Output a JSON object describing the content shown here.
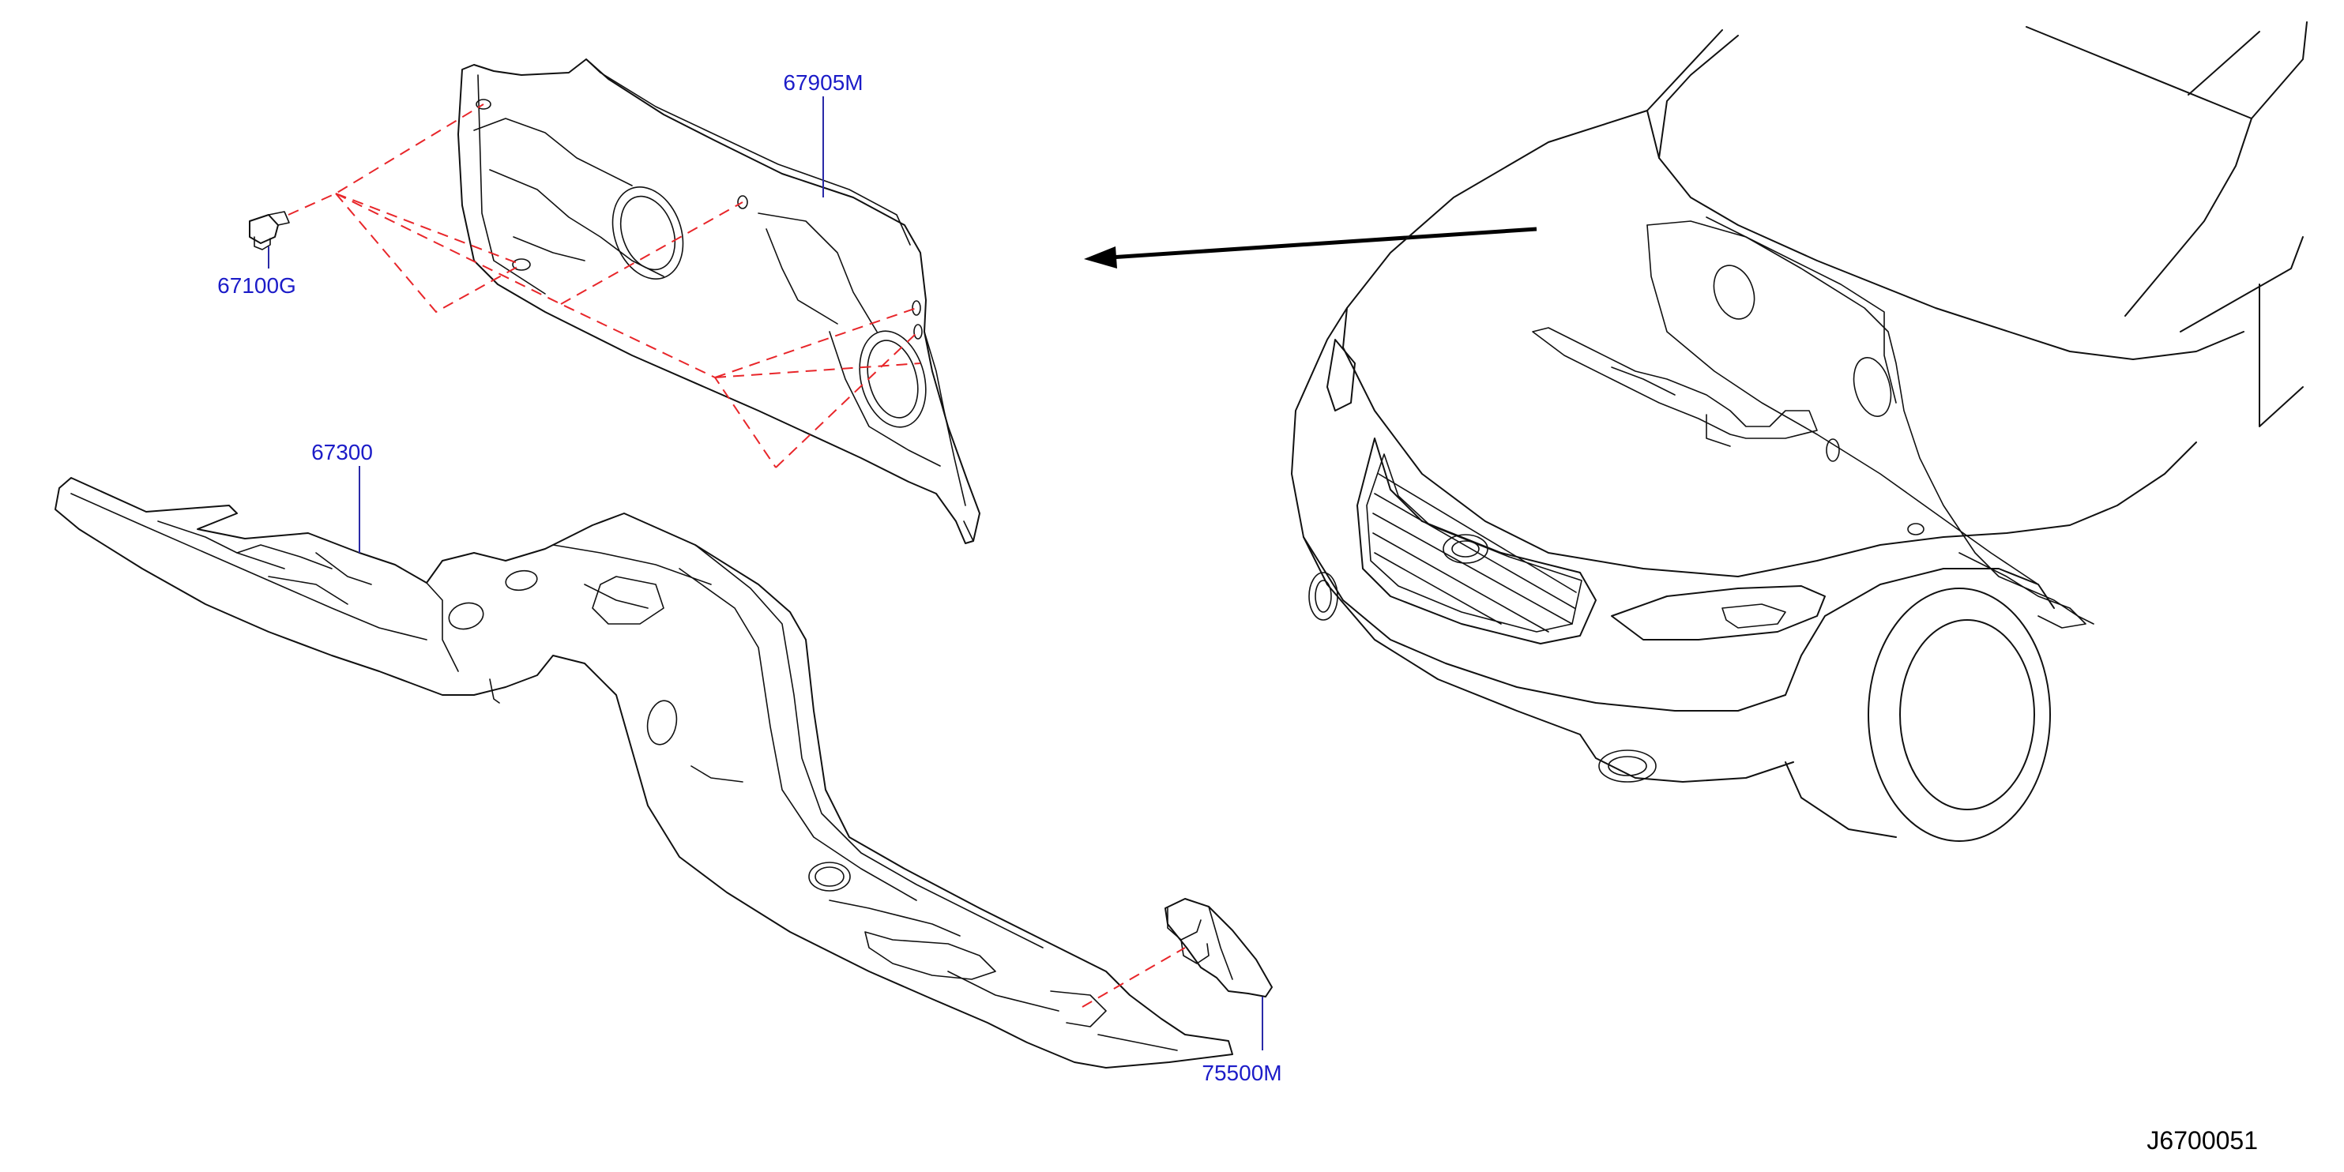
{
  "labels": {
    "dash_insulator": "67905M",
    "clip": "67100G",
    "floor_insulator": "67300",
    "bracket": "75500M"
  },
  "diagram_code": "J6700051",
  "colors": {
    "label_text": "#1c1cc8",
    "leader_line": "#2a2aa8",
    "dashed_guide": "#e8262a",
    "outline": "#111111",
    "background": "#ffffff"
  }
}
